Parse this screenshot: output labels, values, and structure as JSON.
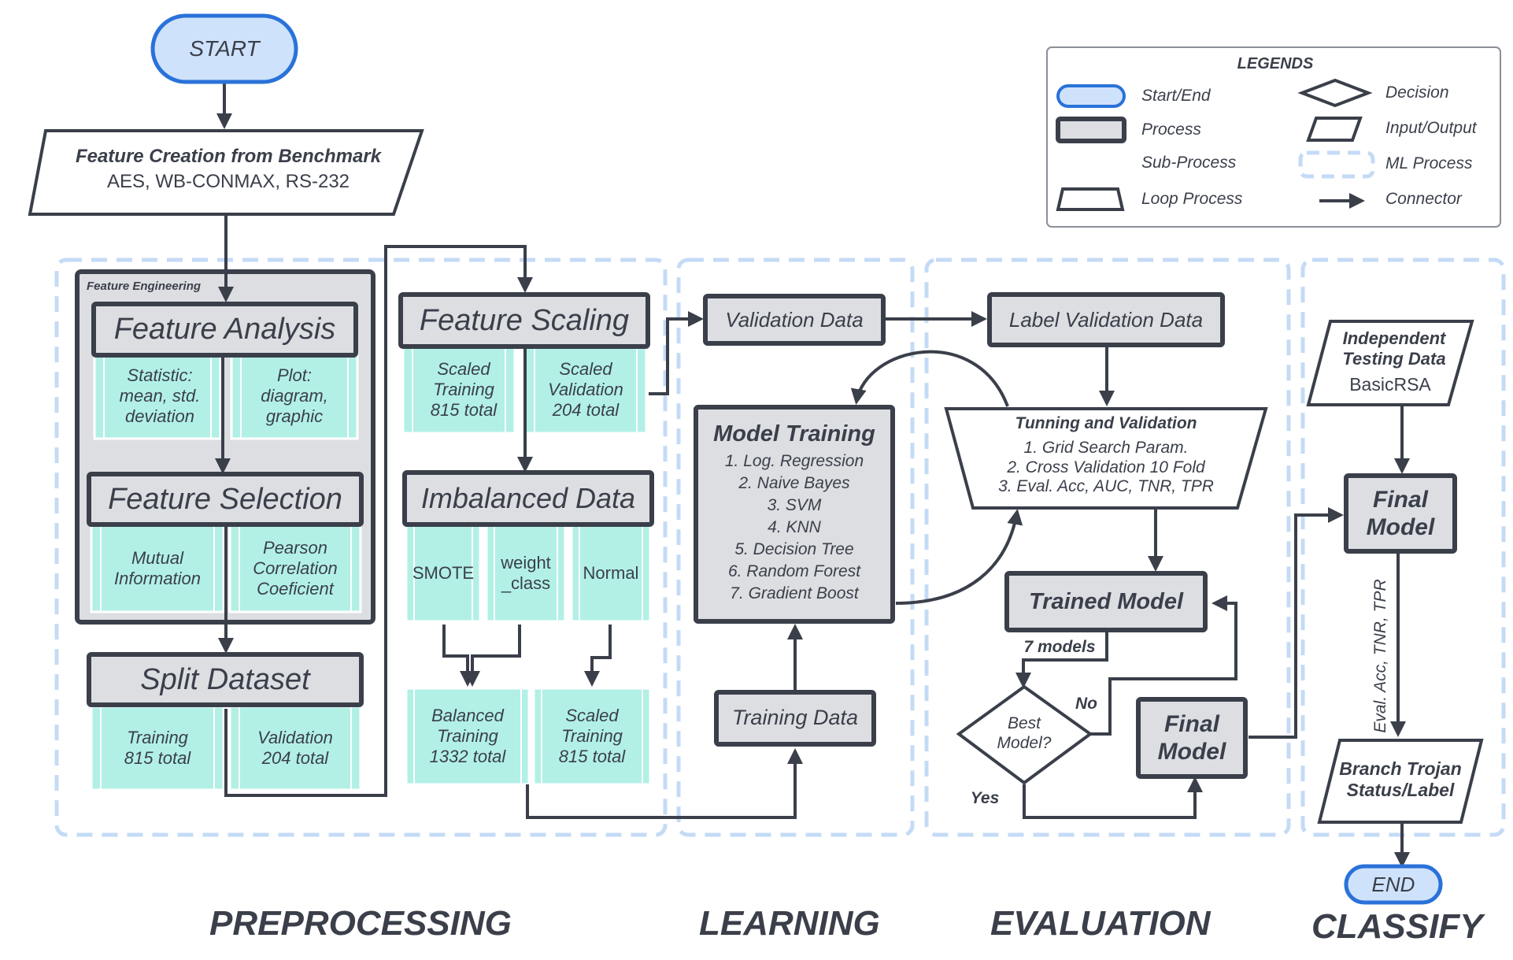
{
  "phases": {
    "preprocessing": "PREPROCESSING",
    "learning": "LEARNING",
    "evaluation": "EVALUATION",
    "classify": "CLASSIFY"
  },
  "nodes": {
    "start": "START",
    "end": "END",
    "feature_creation_title": "Feature Creation from Benchmark",
    "feature_creation_sub": "AES, WB-CONMAX, RS-232",
    "fe_group_label": "Feature Engineering",
    "feature_analysis": "Feature Analysis",
    "fa_statistic": "Statistic:\nmean, std.\ndeviation",
    "fa_plot": "Plot:\ndiagram,\ngraphic",
    "feature_selection": "Feature Selection",
    "fs_mutual": "Mutual\nInformation",
    "fs_pearson": "Pearson\nCorrelation\nCoeficient",
    "split_dataset": "Split Dataset",
    "sd_training": "Training\n815 total",
    "sd_validation": "Validation\n204 total",
    "feature_scaling": "Feature Scaling",
    "scaled_training": "Scaled\nTraining\n815 total",
    "scaled_validation": "Scaled\nValidation\n204 total",
    "imbalanced_data": "Imbalanced Data",
    "smote": "SMOTE",
    "weight_class": "weight\n_class",
    "normal": "Normal",
    "balanced_training": "Balanced\nTraining\n1332 total",
    "scaled_training_2": "Scaled\nTraining\n815 total",
    "validation_data": "Validation Data",
    "model_training_title": "Model Training",
    "model_training_list": "1. Log. Regression\n2. Naive Bayes\n3. SVM\n4. KNN\n5. Decision Tree\n6. Random Forest\n7. Gradient Boost",
    "training_data": "Training Data",
    "label_validation_data": "Label Validation Data",
    "tuning_title": "Tunning and Validation",
    "tuning_list": "1. Grid Search Param.\n2. Cross Validation 10 Fold\n3. Eval. Acc, AUC, TNR, TPR",
    "trained_model": "Trained Model",
    "seven_models": "7 models",
    "best_model": "Best\nModel?",
    "no": "No",
    "yes": "Yes",
    "final_model_eval": "Final\nModel",
    "independent_testing": "Independent\nTesting Data",
    "basic_rsa": "BasicRSA",
    "final_model_classify": "Final\nModel",
    "eval_metrics": "Eval. Acc, TNR, TPR",
    "branch_trojan": "Branch Trojan\nStatus/Label"
  },
  "legend": {
    "title": "LEGENDS",
    "items": {
      "start_end": "Start/End",
      "process": "Process",
      "sub_process": "Sub-Process",
      "loop_process": "Loop Process",
      "decision": "Decision",
      "input_output": "Input/Output",
      "ml_process": "ML Process",
      "connector": "Connector"
    }
  },
  "colors": {
    "stroke": "#3a3f4a",
    "process_fill": "#dcdee2",
    "subprocess_fill": "#b2f0e6",
    "start_fill": "#cfe2fb",
    "start_stroke": "#2a72d9",
    "ml_dash": "#c4dbf6"
  }
}
